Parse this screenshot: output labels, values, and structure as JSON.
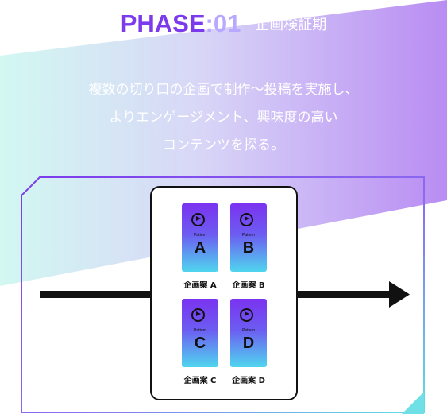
{
  "header": {
    "phase_label": "PHASE",
    "phase_number": ":01",
    "subtitle": "企画検証期"
  },
  "description": {
    "lines": [
      "複数の切り口の企画で制作〜投稿を実施し、",
      "よりエンゲージメント、興味度の高い",
      "コンテンツを探る。"
    ]
  },
  "patterns": [
    {
      "label": "Pattern",
      "letter": "A",
      "caption": "企画案 A"
    },
    {
      "label": "Pattern",
      "letter": "B",
      "caption": "企画案 B"
    },
    {
      "label": "Pattern",
      "letter": "C",
      "caption": "企画案 C"
    },
    {
      "label": "Pattern",
      "letter": "D",
      "caption": "企画案 D"
    }
  ],
  "colors": {
    "accent_purple": "#7c3aed",
    "accent_cyan": "#5de0e6",
    "arrow": "#111111"
  },
  "icons": [
    "play-icon",
    "arrow-right-icon"
  ]
}
